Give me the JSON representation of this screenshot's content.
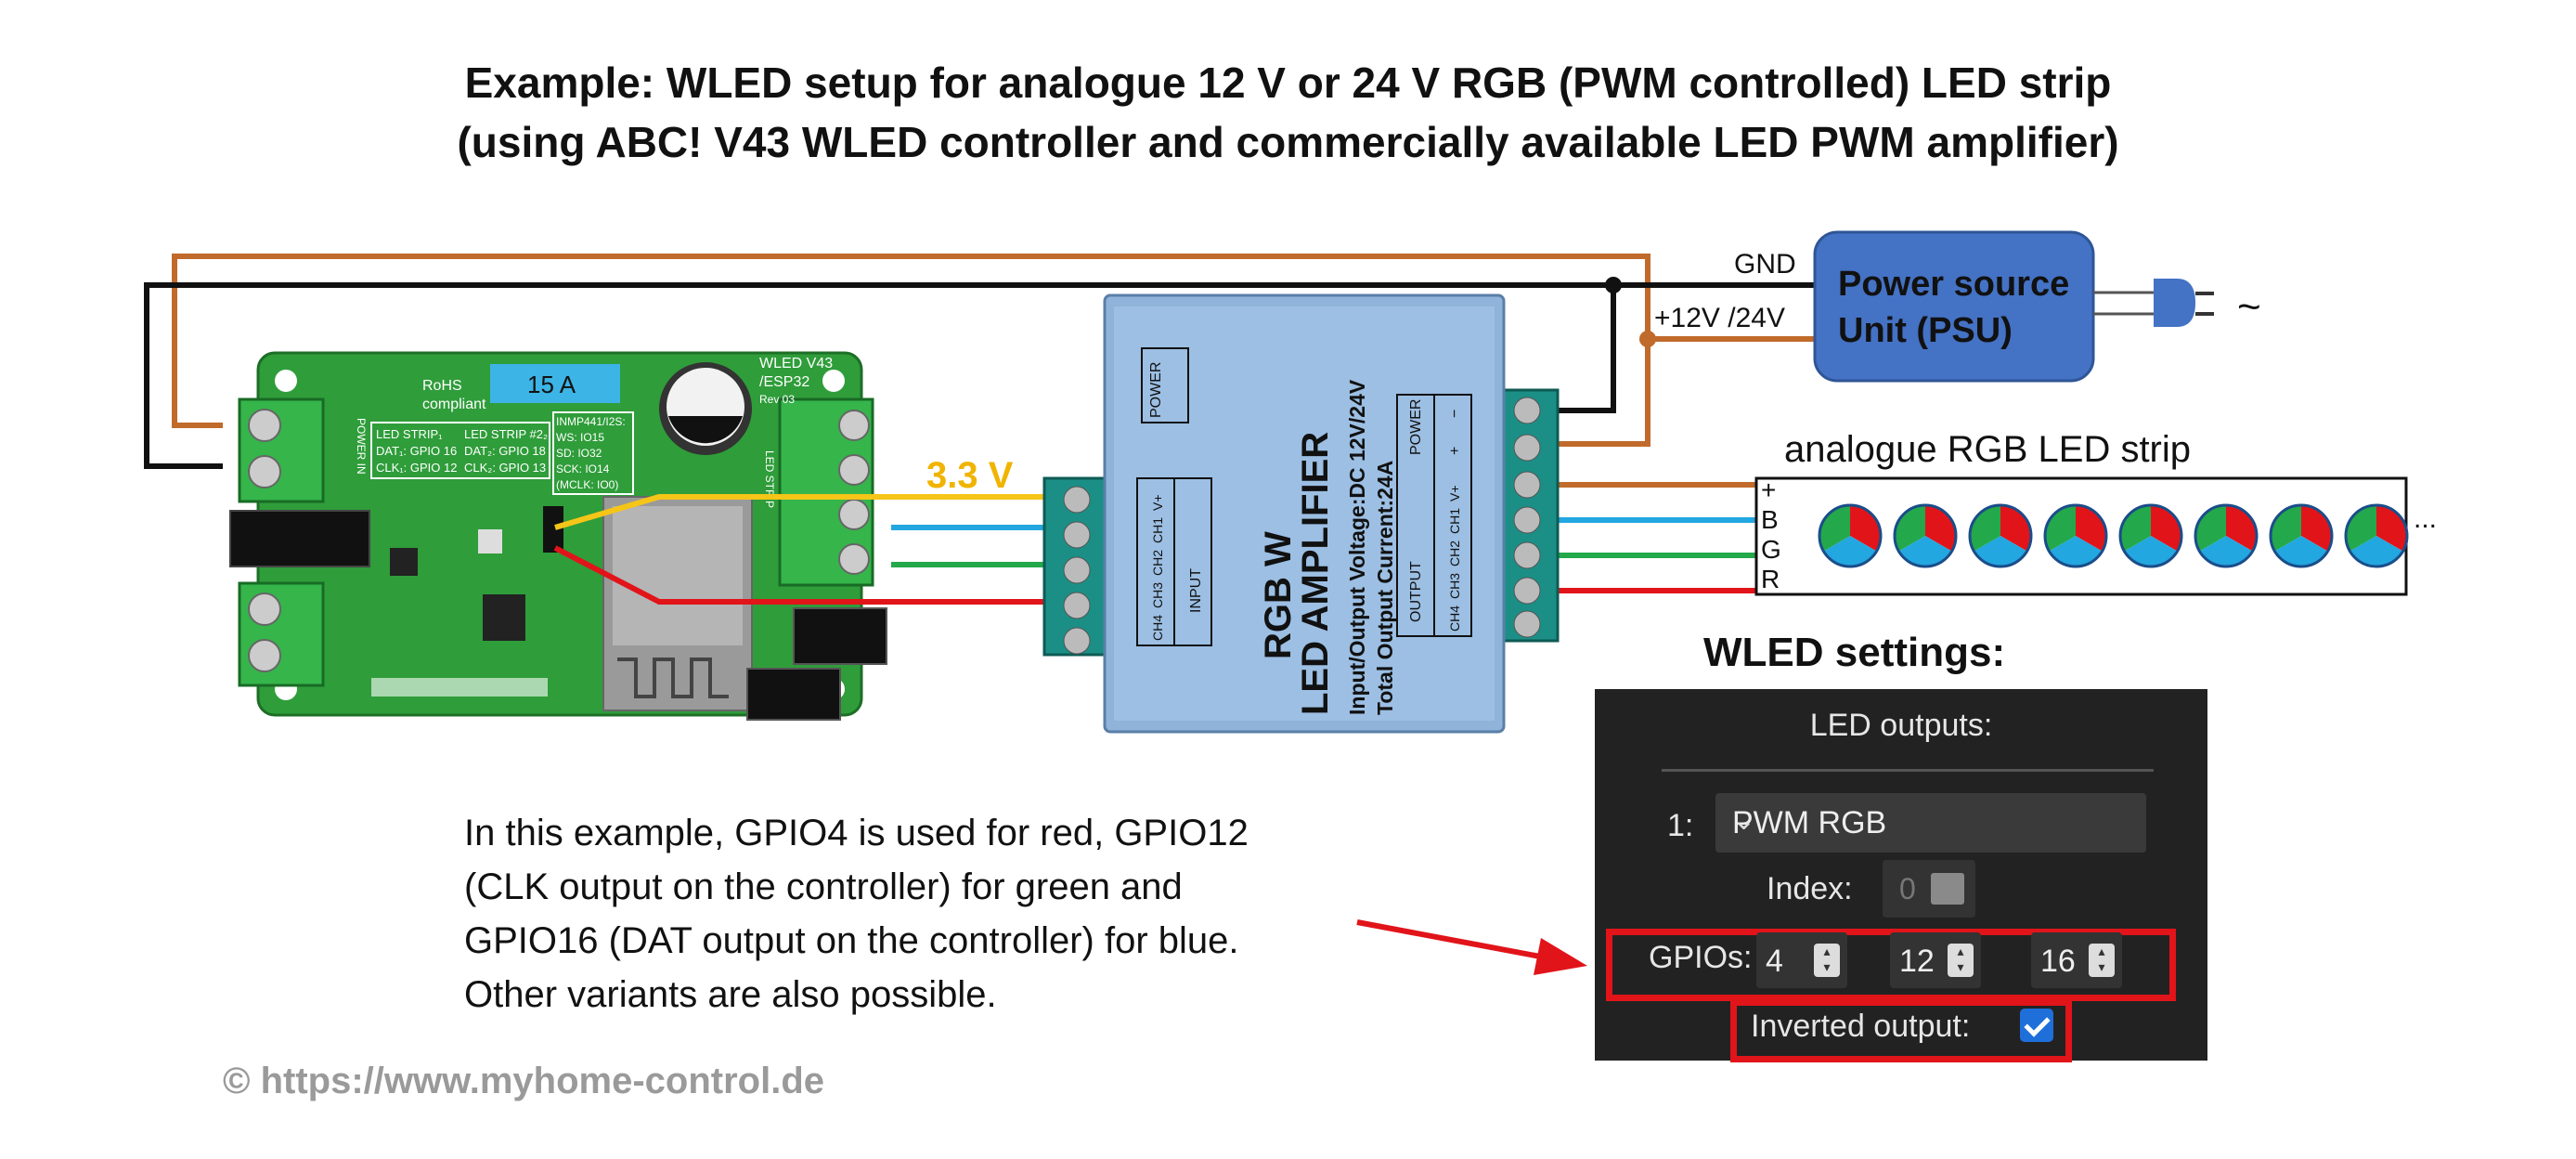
{
  "title": {
    "line1": "Example: WLED setup for analogue 12 V or 24 V RGB (PWM controlled) LED strip",
    "line2": "(using ABC! V43 WLED controller and commercially available LED PWM amplifier)"
  },
  "wiring": {
    "gnd_label": "GND",
    "vplus_label": "+12V /24V",
    "voltage_33_label": "3.3 V",
    "colors": {
      "power_positive": "#c06a2b",
      "ground": "#111111",
      "supply_33v": "#f5c518",
      "blue_channel": "#22a7e0",
      "green_channel": "#23a84b",
      "red_channel": "#e1141a"
    }
  },
  "psu": {
    "label_line1": "Power source",
    "label_line2": "Unit (PSU)",
    "color": "#4472c4",
    "ac_symbol": "~",
    "plug_icon": "power-plug-icon"
  },
  "controller": {
    "rohs_text": "RoHS",
    "rohs_sub": "compliant",
    "fuse_label": "15 A",
    "model_line1": "WLED V43",
    "model_line2": "/ESP32",
    "rev": "Rev 03",
    "strip1_header": "LED STRIP₁",
    "strip1_dat": "DAT₁: GPIO 16",
    "strip1_clk": "CLK₁: GPIO 12",
    "strip2_header": "LED STRIP #2₂",
    "strip2_dat": "DAT₂: GPIO 18",
    "strip2_clk": "CLK₂: GPIO 13",
    "mic_header": "INMP441/I2S:",
    "mic_ws": "WS: IO15",
    "mic_sd": "SD: IO32",
    "mic_sck": "SCK: IO14",
    "mic_mclk": "(MCLK: IO0)",
    "power_in": "POWER IN",
    "led_strip_side": "LED STRIP",
    "board_color": "#2f9d3a"
  },
  "amplifier": {
    "brand_line1": "RGB W",
    "brand_line2": "LED AMPLIFIER",
    "spec1": "Input/Output Voltage:DC 12V/24V",
    "spec2": "Total Output Current:24A",
    "input_label": "INPUT",
    "input_pins": [
      "CH4",
      "CH3",
      "CH2",
      "CH1",
      "V+"
    ],
    "output_label": "OUTPUT",
    "output_pins": [
      "CH4",
      "CH3",
      "CH2",
      "CH1",
      "V+"
    ],
    "power_label": "POWER",
    "power_pins": [
      "+",
      "−"
    ],
    "color": "#8fb3d9"
  },
  "strip": {
    "title": "analogue RGB LED strip",
    "pin_labels": [
      "+",
      "B",
      "G",
      "R"
    ],
    "led_count": 8,
    "ellipsis": "..."
  },
  "note": {
    "line1": "In this example, GPIO4 is used for red, GPIO12",
    "line2": "(CLK output on the controller) for green and",
    "line3": "GPIO16 (DAT output on the controller) for blue.",
    "line4": "Other variants are also possible."
  },
  "wled_settings": {
    "title": "WLED settings:",
    "header": "LED outputs:",
    "output_number": "1:",
    "output_type": "PWM RGB",
    "index_label": "Index:",
    "index_value": "0",
    "gpios_label": "GPIOs:",
    "gpios": [
      "4",
      "12",
      "16"
    ],
    "inverted_label": "Inverted output:",
    "inverted_checked": true,
    "highlight_color": "#e1141a"
  },
  "copyright": "© https://www.myhome-control.de"
}
